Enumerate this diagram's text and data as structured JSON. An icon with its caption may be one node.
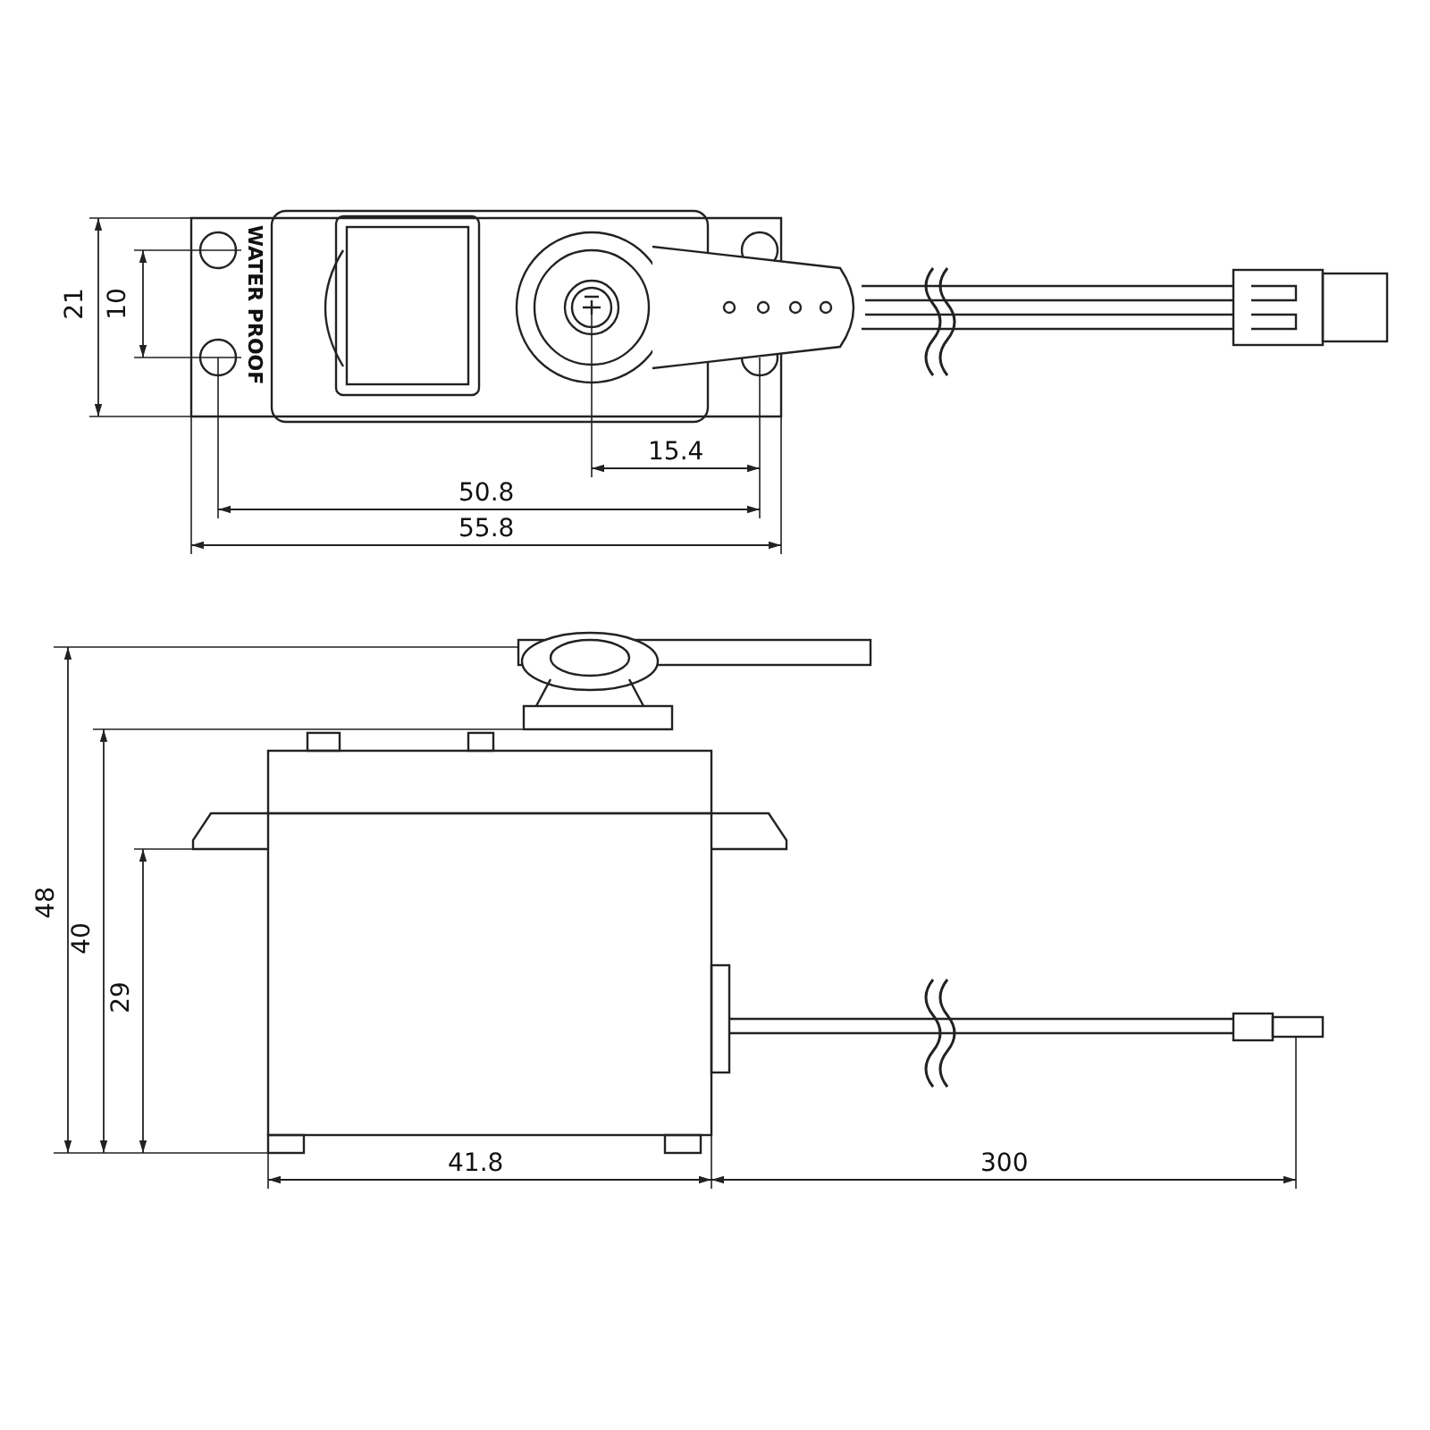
{
  "diagram": {
    "labels": [
      "WATER PROOF",
      "21",
      "10",
      "50.8",
      "55.8",
      "15.4",
      "48",
      "40",
      "29",
      "41.8",
      "300"
    ]
  }
}
